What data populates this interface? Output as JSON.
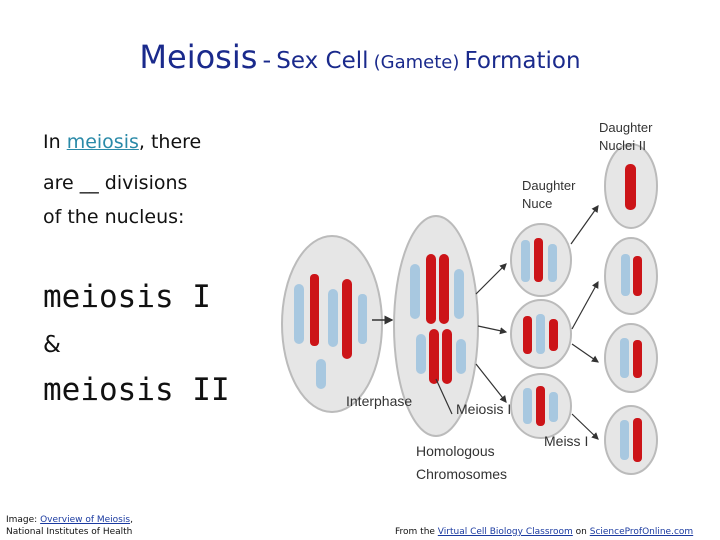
{
  "title": {
    "main": "Meiosis",
    "dash": "-",
    "sub_a": "Sex Cell",
    "paren": "(Gamete)",
    "sub_b": "Formation"
  },
  "text": {
    "line1_pre": "In ",
    "line1_link": "meiosis",
    "line1_post": ", there",
    "line2": "are __ divisions",
    "line3": "of the nucleus:",
    "meiosis1": "meiosis I",
    "amp": "&",
    "meiosis2": "meiosis II"
  },
  "figure": {
    "label_daughter_nuclei_ii_a": "Daughter",
    "label_daughter_nuclei_ii_b": "Nuclei II",
    "label_daughter_nuclei_a": "Daughter",
    "label_daughter_nuclei_b": "Nuce",
    "label_interphase": "Interphase",
    "label_meiosis_1": "Meiosis I",
    "label_meiosis_2": "Meiss I",
    "label_homologous_a": "Homologous",
    "label_homologous_b": "Chromosomes",
    "colors": {
      "red": "#cc1418",
      "blue": "#a8c8e0",
      "cell": "#e6e6e6"
    }
  },
  "credits": {
    "left_prefix": "Image: ",
    "left_link": "Overview of Meiosis",
    "left_suffix": ",",
    "left_line2": "National Institutes of Health",
    "right_prefix": "From the ",
    "right_link1": "Virtual Cell Biology Classroom",
    "right_mid": " on ",
    "right_link2": "ScienceProfOnline.com"
  }
}
